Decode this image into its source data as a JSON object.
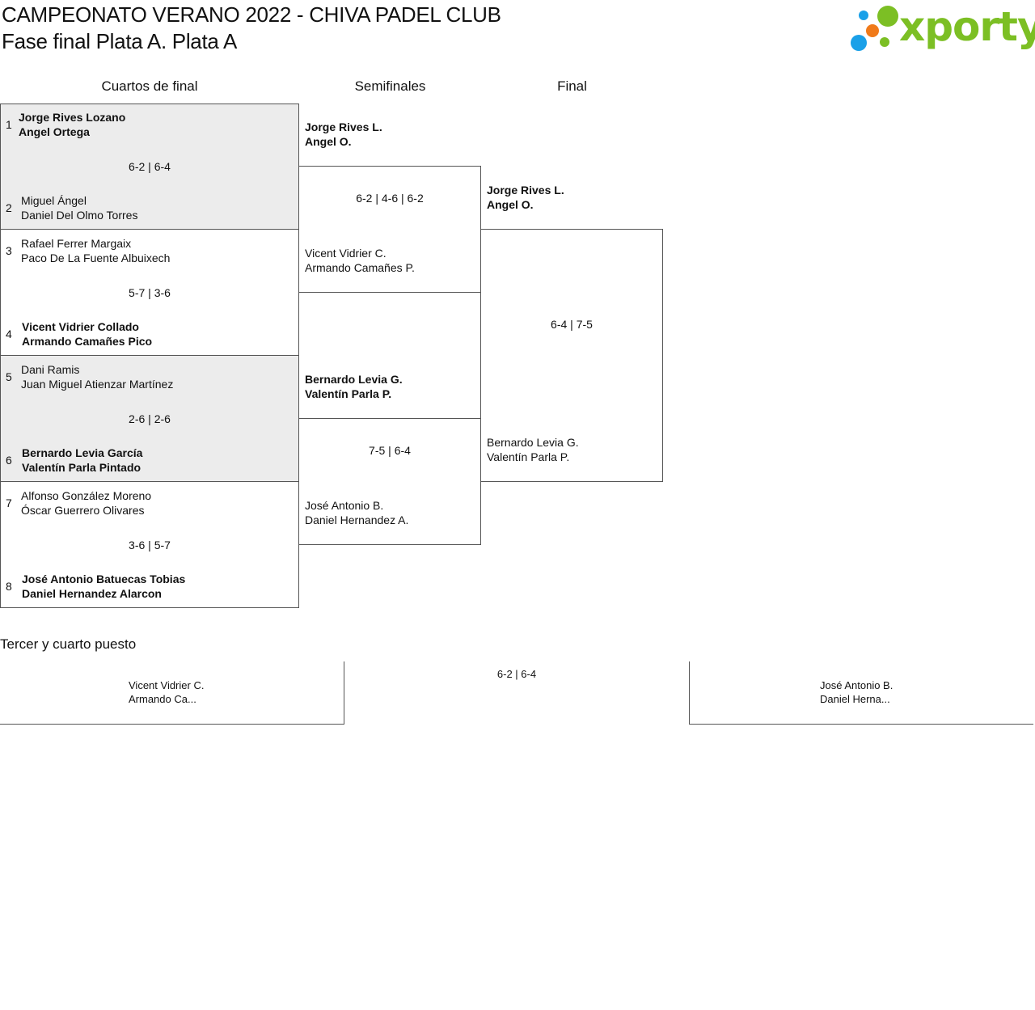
{
  "header": {
    "title": "CAMPEONATO VERANO 2022 - CHIVA PADEL CLUB",
    "subtitle": "Fase final Plata A. Plata A",
    "logo_text": "xporty"
  },
  "rounds": {
    "quarters": "Cuartos de final",
    "semis": "Semifinales",
    "final": "Final"
  },
  "quarterfinals": [
    {
      "top": {
        "seed": "1",
        "p1": "Jorge Rives Lozano",
        "p2": "Angel Ortega"
      },
      "score": "6-2 | 6-4",
      "bottom": {
        "seed": "2",
        "p1": "Miguel Ángel",
        "p2": "Daniel Del Olmo Torres"
      }
    },
    {
      "top": {
        "seed": "3",
        "p1": "Rafael Ferrer Margaix",
        "p2": "Paco De La Fuente Albuixech"
      },
      "score": "5-7 | 3-6",
      "bottom": {
        "seed": "4",
        "p1": "Vicent Vidrier Collado",
        "p2": "Armando Camañes Pico"
      }
    },
    {
      "top": {
        "seed": "5",
        "p1": "Dani Ramis",
        "p2": "Juan Miguel Atienzar Martínez"
      },
      "score": "2-6 | 2-6",
      "bottom": {
        "seed": "6",
        "p1": "Bernardo Levia García",
        "p2": "Valentín Parla Pintado"
      }
    },
    {
      "top": {
        "seed": "7",
        "p1": "Alfonso González Moreno",
        "p2": "Óscar Guerrero Olivares"
      },
      "score": "3-6 | 5-7",
      "bottom": {
        "seed": "8",
        "p1": "José Antonio Batuecas Tobias",
        "p2": "Daniel Hernandez Alarcon"
      }
    }
  ],
  "semifinals": [
    {
      "top": {
        "p1": "Jorge Rives L.",
        "p2": "Angel O."
      },
      "score": "6-2 | 4-6 | 6-2",
      "bottom": {
        "p1": "Vicent Vidrier C.",
        "p2": "Armando Camañes P."
      }
    },
    {
      "top": {
        "p1": "Bernardo Levia G.",
        "p2": "Valentín Parla P."
      },
      "score": "7-5 | 6-4",
      "bottom": {
        "p1": "José Antonio B.",
        "p2": "Daniel Hernandez A."
      }
    }
  ],
  "final": {
    "top": {
      "p1": "Jorge Rives L.",
      "p2": "Angel O."
    },
    "score": "6-4 | 7-5",
    "bottom": {
      "p1": "Bernardo Levia G.",
      "p2": "Valentín Parla P."
    }
  },
  "third_place": {
    "title": "Tercer y cuarto puesto",
    "left": {
      "p1": "Vicent Vidrier C.",
      "p2": "Armando Ca..."
    },
    "score": "6-2 | 6-4",
    "right": {
      "p1": "José Antonio B.",
      "p2": "Daniel Herna..."
    }
  },
  "colors": {
    "logo_green": "#7cbf24",
    "logo_blue": "#1aa0e8",
    "logo_orange": "#f07a1a",
    "shade": "#ececec"
  }
}
